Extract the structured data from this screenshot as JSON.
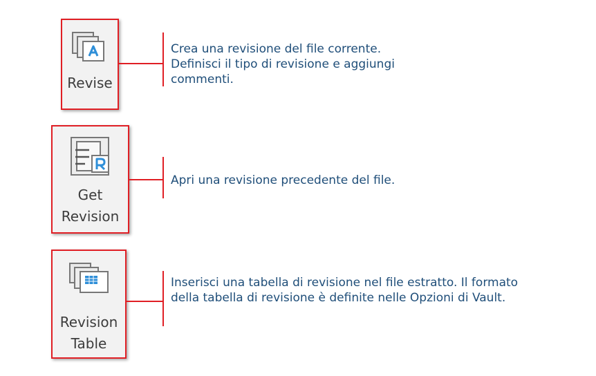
{
  "buttons": {
    "revise": {
      "label": "Revise"
    },
    "get_revision": {
      "label_line1": "Get",
      "label_line2": "Revision"
    },
    "revision_table": {
      "label_line1": "Revision",
      "label_line2": "Table"
    }
  },
  "descriptions": {
    "revise": [
      "Crea una revisione del file corrente.",
      "Definisci il tipo di revisione e aggiungi",
      "commenti."
    ],
    "get_revision": [
      "Apri una revisione precedente del file."
    ],
    "revision_table": [
      "Inserisci una tabella di revisione nel file estratto. Il formato",
      "della tabella di revisione è definite nelle Opzioni di Vault."
    ]
  },
  "icons": {
    "revise": "revise-documents-icon",
    "get_revision": "get-revision-icon",
    "revision_table": "revision-table-icon"
  },
  "colors": {
    "callout_red": "#e01e24",
    "text_blue": "#1f4e79",
    "icon_blue": "#2f8fd8"
  }
}
